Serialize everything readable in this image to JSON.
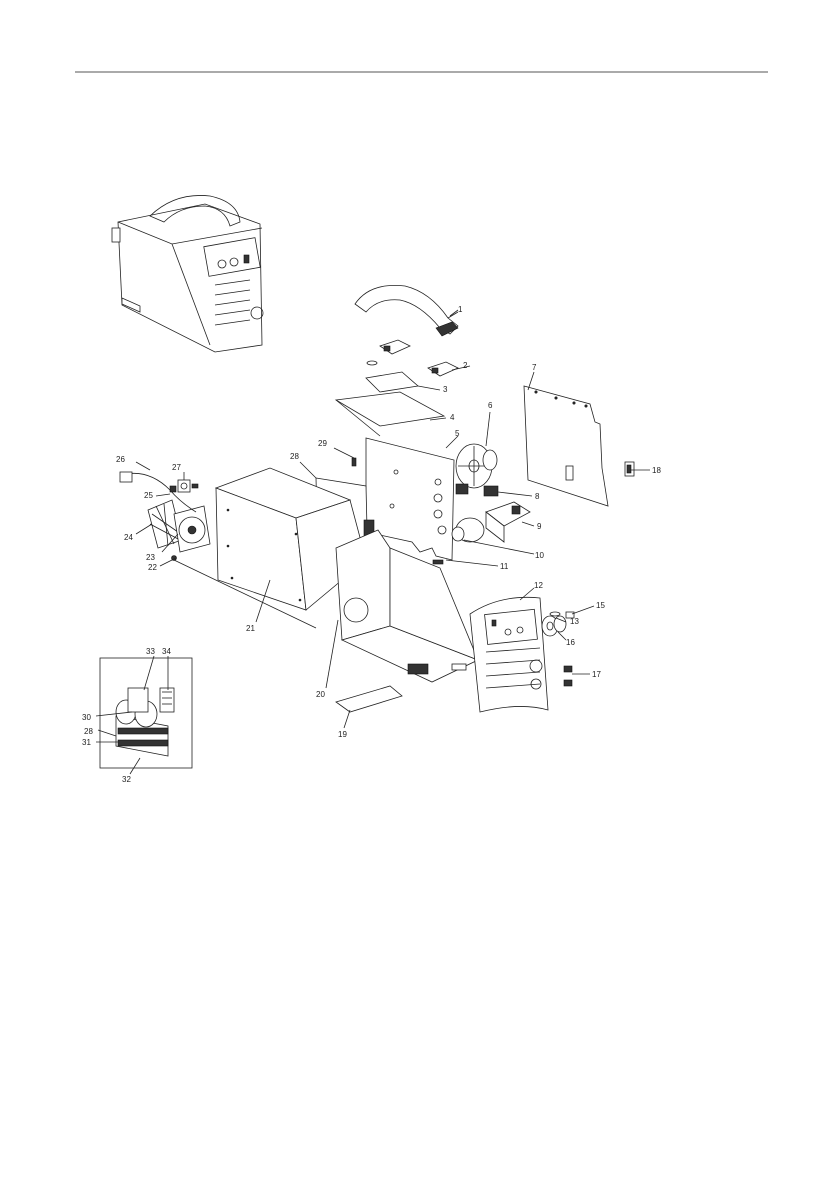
{
  "labels": {
    "l1": "1",
    "l2": "2",
    "l3": "3",
    "l4": "4",
    "l5": "5",
    "l6": "6",
    "l7": "7",
    "l8": "8",
    "l9": "9",
    "l10": "10",
    "l11": "11",
    "l12": "12",
    "l13": "13",
    "l15": "15",
    "l16": "16",
    "l17": "17",
    "l18": "18",
    "l19": "19",
    "l20": "20",
    "l21": "21",
    "l22": "22",
    "l23": "23",
    "l24": "24",
    "l25": "25",
    "l26": "26",
    "l27": "27",
    "l28a": "28",
    "l29": "29",
    "l30": "30",
    "l28b": "28",
    "l31": "31",
    "l32": "32",
    "l33": "33",
    "l34": "34"
  }
}
